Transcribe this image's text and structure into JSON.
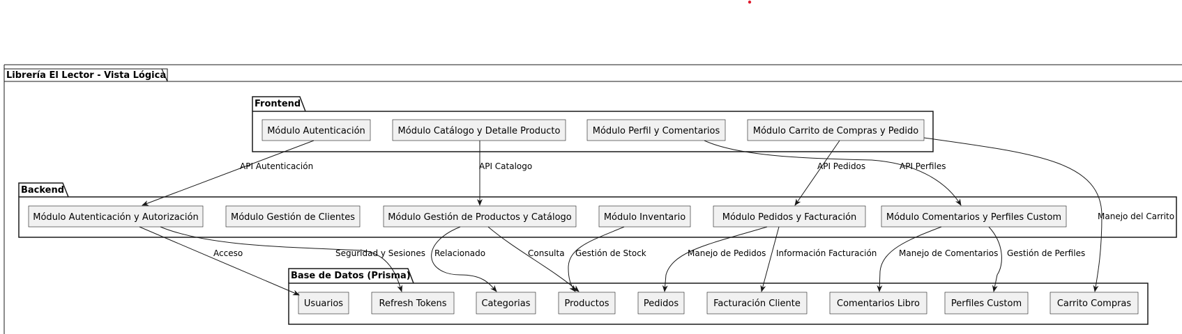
{
  "diagram": {
    "title": "Librería El Lector - Vista Lógica",
    "packages": {
      "frontend": {
        "label": "Frontend",
        "components": {
          "auth": "Módulo Autenticación",
          "catalog": "Módulo Catálogo y Detalle Producto",
          "profile": "Módulo Perfil y Comentarios",
          "cart": "Módulo Carrito de Compras y Pedido"
        }
      },
      "backend": {
        "label": "Backend",
        "components": {
          "auth": "Módulo Autenticación y Autorización",
          "clients": "Módulo Gestión de Clientes",
          "products": "Módulo Gestión de Productos y Catálogo",
          "inventory": "Módulo Inventario",
          "orders": "Módulo Pedidos y Facturación",
          "comments": "Módulo Comentarios y Perfiles Custom"
        }
      },
      "database": {
        "label": "Base de Datos (Prisma)",
        "tables": {
          "users": "Usuarios",
          "tokens": "Refresh Tokens",
          "categories": "Categorias",
          "products": "Productos",
          "orders": "Pedidos",
          "billing": "Facturación Cliente",
          "comments": "Comentarios Libro",
          "profiles": "Perfiles Custom",
          "cart": "Carrito Compras"
        }
      }
    },
    "edges": {
      "api_auth": "API Autenticación",
      "api_catalog": "API Catalogo",
      "api_orders": "API Pedidos",
      "api_profiles": "API Perfiles",
      "cart_handling": "Manejo del Carrito",
      "access": "Acceso",
      "security": "Seguridad y Sesiones",
      "related": "Relacionado",
      "query": "Consulta",
      "stock": "Gestión de Stock",
      "order_handling": "Manejo de Pedidos",
      "billing_info": "Información Facturación",
      "comment_handling": "Manejo de Comentarios",
      "profile_mgmt": "Gestión de Perfiles"
    },
    "colors": {
      "node_fill": "#f1f1f1",
      "node_stroke": "#181818",
      "line": "#181818",
      "accent_dot": "#e0192d"
    }
  }
}
